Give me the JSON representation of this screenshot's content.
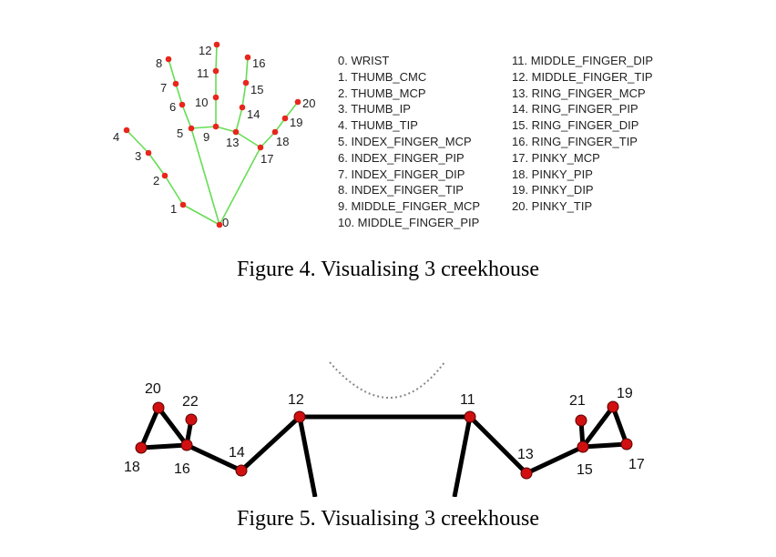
{
  "figure4": {
    "caption": "Figure 4. Visualising 3 creekhouse",
    "landmarks": [
      "0. WRIST",
      "1. THUMB_CMC",
      "2. THUMB_MCP",
      "3. THUMB_IP",
      "4. THUMB_TIP",
      "5. INDEX_FINGER_MCP",
      "6. INDEX_FINGER_PIP",
      "7. INDEX_FINGER_DIP",
      "8. INDEX_FINGER_TIP",
      "9. MIDDLE_FINGER_MCP",
      "10. MIDDLE_FINGER_PIP",
      "11. MIDDLE_FINGER_DIP",
      "12. MIDDLE_FINGER_TIP",
      "13. RING_FINGER_MCP",
      "14. RING_FINGER_PIP",
      "15. RING_FINGER_DIP",
      "16. RING_FINGER_TIP",
      "17. PINKY_MCP",
      "18. PINKY_PIP",
      "19. PINKY_DIP",
      "20. PINKY_TIP"
    ],
    "point_labels": [
      "0",
      "1",
      "2",
      "3",
      "4",
      "5",
      "6",
      "7",
      "8",
      "9",
      "10",
      "11",
      "12",
      "13",
      "14",
      "15",
      "16",
      "17",
      "18",
      "19",
      "20"
    ],
    "colors": {
      "edge": "#66dd55",
      "point": "#e8261c"
    }
  },
  "figure5": {
    "caption": "Figure 5. Visualising 3 creekhouse",
    "point_labels": [
      "20",
      "22",
      "18",
      "16",
      "14",
      "12",
      "11",
      "13",
      "21",
      "19",
      "15",
      "17"
    ],
    "colors": {
      "edge": "#000000",
      "point": "#d01010",
      "head": "#888888"
    }
  }
}
